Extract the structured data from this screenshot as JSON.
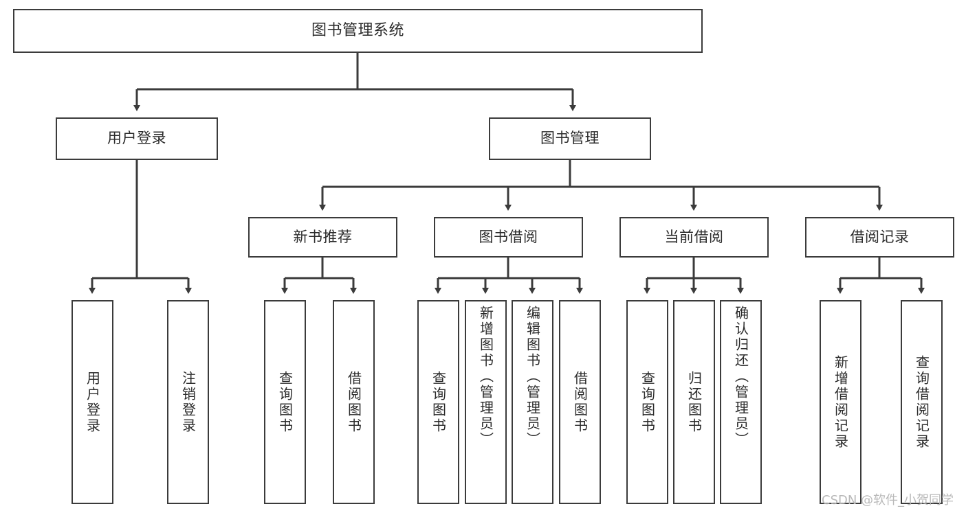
{
  "diagram": {
    "title": "图书管理系统",
    "type": "hierarchy-tree",
    "watermark": "CSDN @软件_小贺同学",
    "colors": {
      "box_border": "#3b3b3b",
      "box_fill": "#ffffff",
      "connector": "#3b3b3b",
      "text": "#2b2b2b",
      "watermark": "#b9b9b9",
      "background": "#ffffff"
    },
    "root": {
      "label": "图书管理系统"
    },
    "level1": [
      {
        "id": "user-login",
        "label": "用户登录"
      },
      {
        "id": "book-management",
        "label": "图书管理"
      }
    ],
    "level2": [
      {
        "id": "new-book-recommend",
        "label": "新书推荐",
        "parent": "book-management"
      },
      {
        "id": "book-borrow",
        "label": "图书借阅",
        "parent": "book-management"
      },
      {
        "id": "current-borrow",
        "label": "当前借阅",
        "parent": "book-management"
      },
      {
        "id": "borrow-record",
        "label": "借阅记录",
        "parent": "book-management"
      }
    ],
    "leaves": {
      "user-login": [
        {
          "id": "leaf-user-login",
          "label": "用户登录"
        },
        {
          "id": "leaf-logout-login",
          "label": "注销登录"
        }
      ],
      "new-book-recommend": [
        {
          "id": "leaf-query-book-1",
          "label": "查询图书"
        },
        {
          "id": "leaf-borrow-book-1",
          "label": "借阅图书"
        }
      ],
      "book-borrow": [
        {
          "id": "leaf-query-book-2",
          "label": "查询图书"
        },
        {
          "id": "leaf-add-book",
          "label": "新增图书（管理员）"
        },
        {
          "id": "leaf-edit-book",
          "label": "编辑图书（管理员）"
        },
        {
          "id": "leaf-borrow-book-2",
          "label": "借阅图书"
        }
      ],
      "current-borrow": [
        {
          "id": "leaf-query-book-3",
          "label": "查询图书"
        },
        {
          "id": "leaf-return-book",
          "label": "归还图书"
        },
        {
          "id": "leaf-confirm-return",
          "label": "确认归还（管理员）"
        }
      ],
      "borrow-record": [
        {
          "id": "leaf-add-record",
          "label": "新增借阅记录"
        },
        {
          "id": "leaf-query-record",
          "label": "查询借阅记录"
        }
      ]
    }
  }
}
